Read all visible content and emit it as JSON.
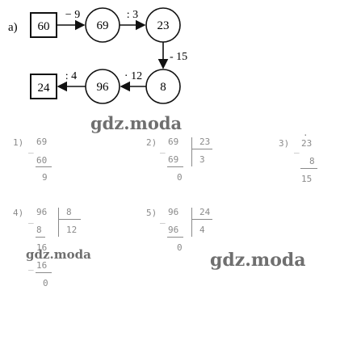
{
  "part_label": "а)",
  "chain": {
    "start": "60",
    "step1_op": "− 9",
    "v1": "69",
    "step2_op": ": 3",
    "v2": "23",
    "step3_op": "- 15",
    "v3": "8",
    "step4_op": "· 12",
    "v4": "96",
    "step5_op": ": 4",
    "end": "24"
  },
  "calculations": [
    {
      "label": "1)",
      "top": "69",
      "sub": "60",
      "res": "9"
    },
    {
      "label": "2)",
      "dividend": "69",
      "divisor": "23",
      "sub": "69",
      "quotient": "3",
      "res": "0"
    },
    {
      "label": "3)",
      "top": "23",
      "sub": "8",
      "res": "15"
    },
    {
      "label": "4)",
      "dividend": "96",
      "divisor": "8",
      "sub": "8",
      "quotient": "12",
      "rem": "16",
      "sub2": "16",
      "res": "0"
    },
    {
      "label": "5)",
      "dividend": "96",
      "divisor": "24",
      "sub": "96",
      "quotient": "4",
      "res": "0"
    }
  ],
  "watermarks": [
    "gdz.moda",
    "gdz.moda",
    "gdz.moda"
  ]
}
